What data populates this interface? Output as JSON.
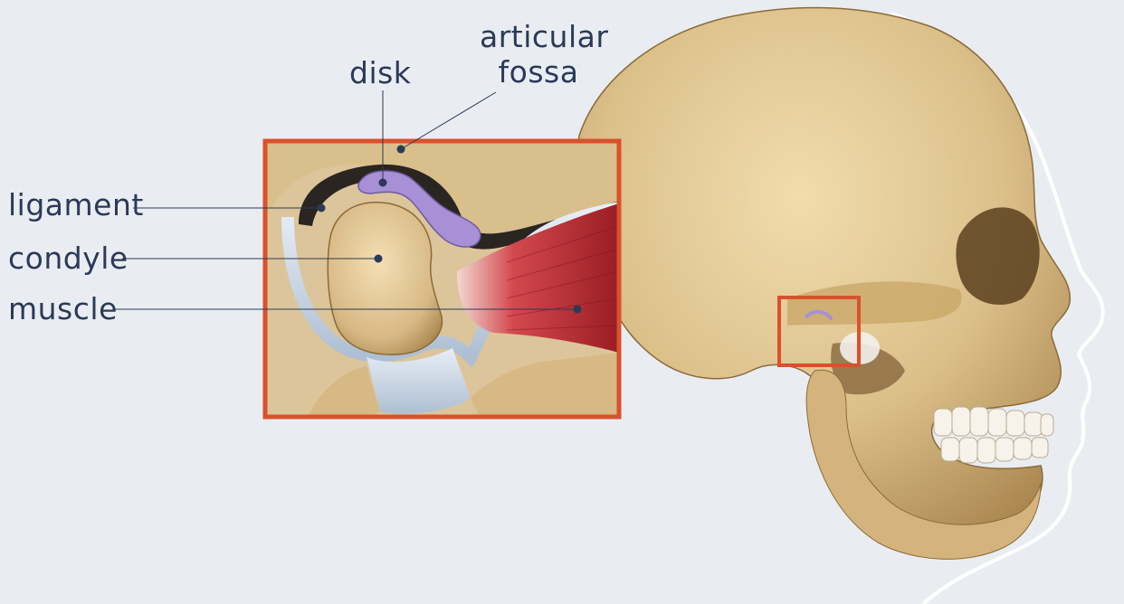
{
  "diagram": {
    "labels": {
      "disk": "disk",
      "articular_fossa": "articular\nfossa",
      "articular_fossa_line1": "articular",
      "articular_fossa_line2": "fossa",
      "ligament": "ligament",
      "condyle": "condyle",
      "muscle": "muscle"
    },
    "colors": {
      "background": "#e9edf2",
      "label_text": "#2a3a57",
      "highlight_frame": "#d9512c",
      "bone": "#d8bd8a",
      "bone_shadow": "#b8955a",
      "disk": "#a890d6",
      "muscle": "#b8262c",
      "ligament": "#c5d3e3",
      "cavity": "#2b2521"
    }
  }
}
